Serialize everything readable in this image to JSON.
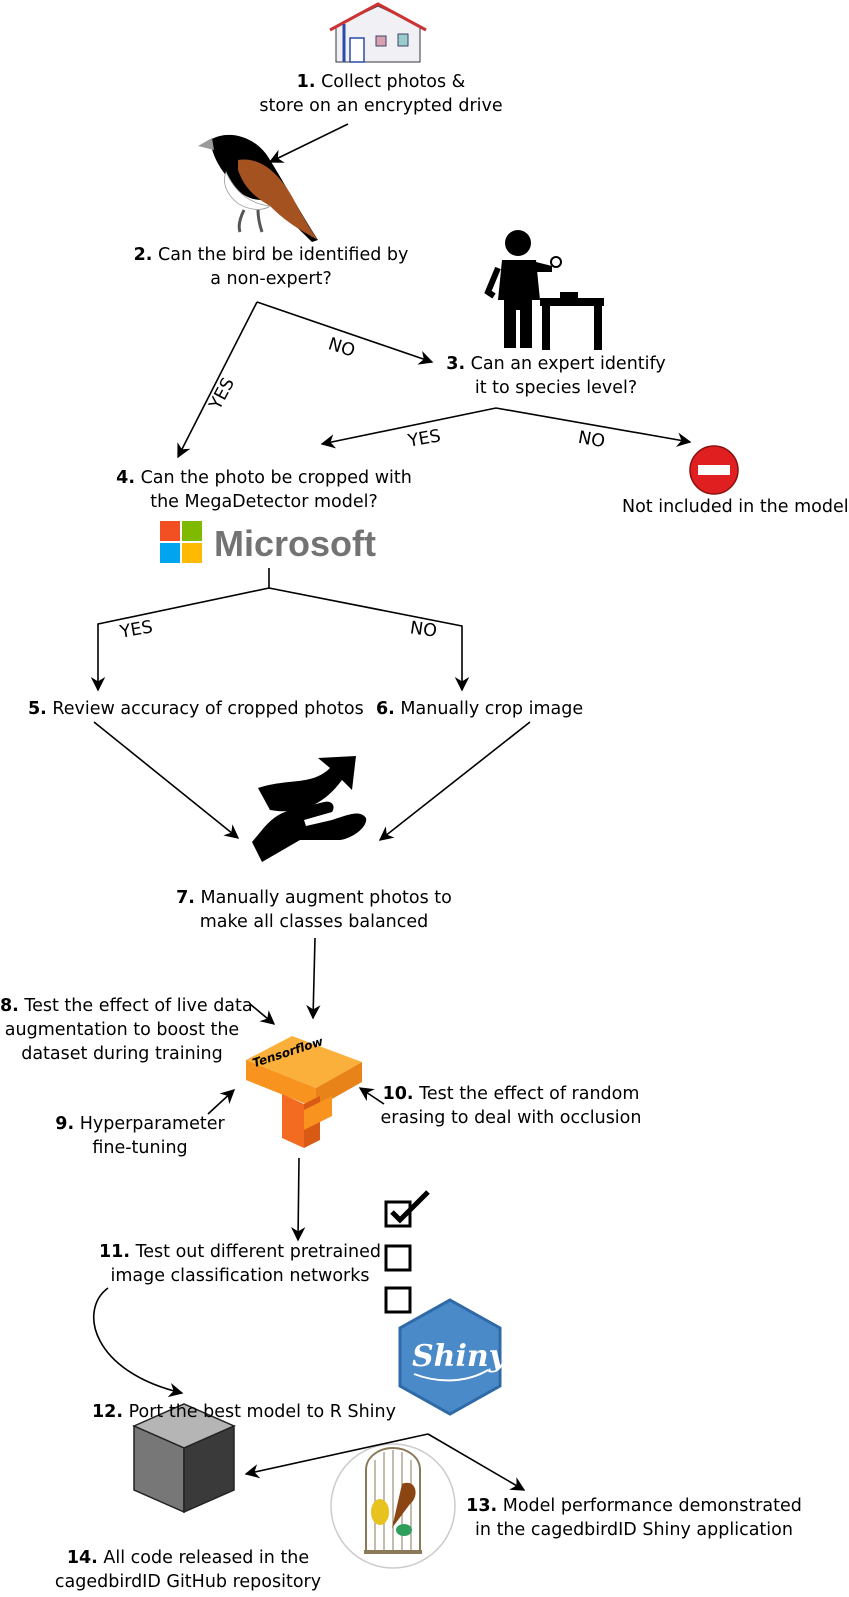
{
  "steps": {
    "s1": {
      "num": "1.",
      "lines": [
        "Collect photos &",
        "store on an encrypted drive"
      ]
    },
    "s2": {
      "num": "2.",
      "lines": [
        "Can the bird be identified by",
        "a non-expert?"
      ]
    },
    "s3": {
      "num": "3.",
      "lines": [
        "Can an expert identify",
        "it to species level?"
      ]
    },
    "s4": {
      "num": "4.",
      "lines": [
        "Can the photo be cropped with",
        "the MegaDetector model?"
      ]
    },
    "s5": {
      "num": "5.",
      "lines": [
        "Review accuracy of cropped photos"
      ]
    },
    "s6": {
      "num": "6.",
      "lines": [
        "Manually crop image"
      ]
    },
    "s7": {
      "num": "7.",
      "lines": [
        "Manually augment photos to",
        "make all classes balanced"
      ]
    },
    "s8": {
      "num": "8.",
      "lines": [
        "Test the effect of live data",
        "augmentation to boost the",
        "dataset during training"
      ]
    },
    "s9": {
      "num": "9.",
      "lines": [
        "Hyperparameter",
        "fine-tuning"
      ]
    },
    "s10": {
      "num": "10.",
      "lines": [
        "Test the effect of random",
        "erasing to deal with occlusion"
      ]
    },
    "s11": {
      "num": "11.",
      "lines": [
        "Test out different pretrained",
        "image classification networks"
      ]
    },
    "s12": {
      "num": "12.",
      "lines": [
        "Port the best model to R Shiny"
      ]
    },
    "s13": {
      "num": "13.",
      "lines": [
        "Model performance demonstrated",
        "in the cagedbirdID Shiny application"
      ]
    },
    "s14": {
      "num": "14.",
      "lines": [
        "All code released in the",
        "cagedbirdID GitHub repository"
      ]
    }
  },
  "not_included": "Not included in the model",
  "branch_labels": {
    "s2_yes": "YES",
    "s2_no": "NO",
    "s3_yes": "YES",
    "s3_no": "NO",
    "s4_yes": "YES",
    "s4_no": "NO"
  },
  "logos": {
    "microsoft": "Microsoft",
    "tensorflow": "Tensorflow",
    "shiny": "Shiny"
  },
  "icons": [
    "house-icon",
    "bird-icon",
    "expert-person-icon",
    "no-entry-icon",
    "microsoft-logo",
    "hand-arrow-icon",
    "tensorflow-logo",
    "checklist-icon",
    "shiny-logo",
    "cube-icon",
    "birdcage-icon"
  ],
  "colors": {
    "no_entry_red": "#e02020",
    "microsoft_red": "#f25022",
    "microsoft_green": "#7fba00",
    "microsoft_blue": "#00a4ef",
    "microsoft_yellow": "#ffb900",
    "tensorflow_orange": "#f7931e",
    "shiny_blue": "#4a8ac9"
  }
}
